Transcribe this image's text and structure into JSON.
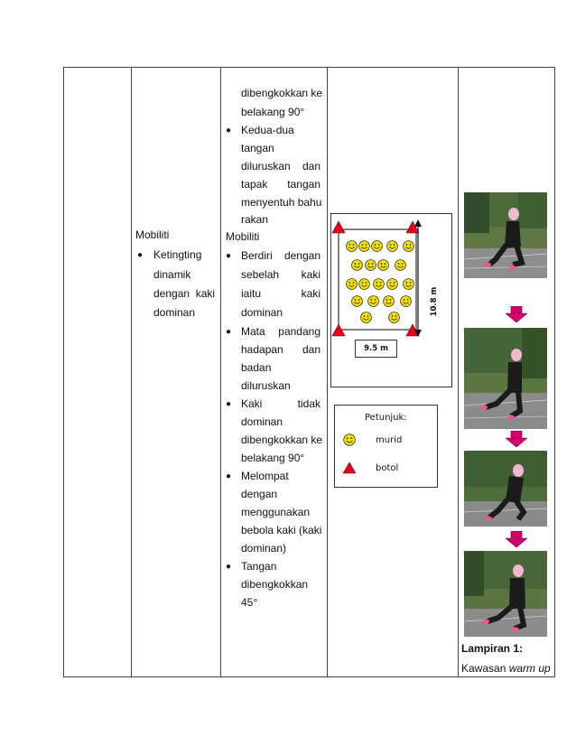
{
  "col2": {
    "heading": "Mobiliti",
    "item": [
      "Ketingting",
      "dinamik",
      "dengan  kaki",
      "dominan"
    ]
  },
  "col3": {
    "lines_top": [
      "dibengkokkan ke",
      "belakang 90°"
    ],
    "b1": [
      "Kedua-dua",
      "tangan"
    ],
    "b1_just": [
      [
        "diluruskan",
        "dan"
      ],
      [
        "tapak",
        "tangan"
      ]
    ],
    "b1_rest": [
      "menyentuh bahu",
      "rakan"
    ],
    "heading": "Mobiliti",
    "b2_just": [
      [
        "Berdiri",
        "dengan"
      ],
      [
        "sebelah",
        "kaki"
      ],
      [
        "iaitu",
        "kaki"
      ]
    ],
    "b2_rest": [
      "dominan"
    ],
    "b3_just": [
      [
        "Mata",
        "pandang"
      ],
      [
        "hadapan",
        "dan"
      ]
    ],
    "b3_rest": [
      "badan",
      "diluruskan"
    ],
    "b4_just": [
      [
        "Kaki",
        "tidak"
      ]
    ],
    "b4_rest": [
      "dominan",
      "dibengkokkan ke",
      "belakang 90°"
    ],
    "b5": [
      "Melompat",
      "dengan",
      "menggunakan",
      "bebola kaki (kaki",
      "dominan)"
    ],
    "b6": [
      "Tangan",
      "dibengkokkan",
      "45°"
    ]
  },
  "diagram": {
    "width_label": "9.5 m",
    "height_label": "10.8 m",
    "legend_title": "Petunjuk:",
    "legend_murid": "murid",
    "legend_botol": "botol",
    "smiley_color": "#f2e200",
    "cone_color": "#e2001a"
  },
  "col5": {
    "caption_bold": "Lampiran 1:",
    "caption_plain": "Kawasan ",
    "caption_italic": "warm up",
    "arrow_color": "#d4006e"
  }
}
